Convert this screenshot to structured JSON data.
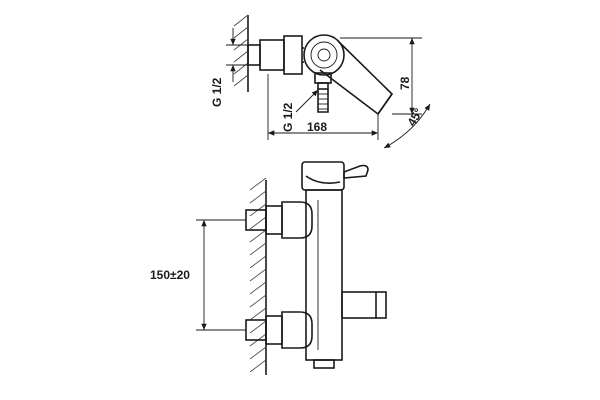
{
  "drawing": {
    "top_view": {
      "inlet_thread": "G 1/2",
      "outlet_thread": "G 1/2",
      "width": "168",
      "height": "78",
      "angle": "45°"
    },
    "front_view": {
      "spacing": "150±20"
    },
    "line_color": "#1a1a1a"
  }
}
